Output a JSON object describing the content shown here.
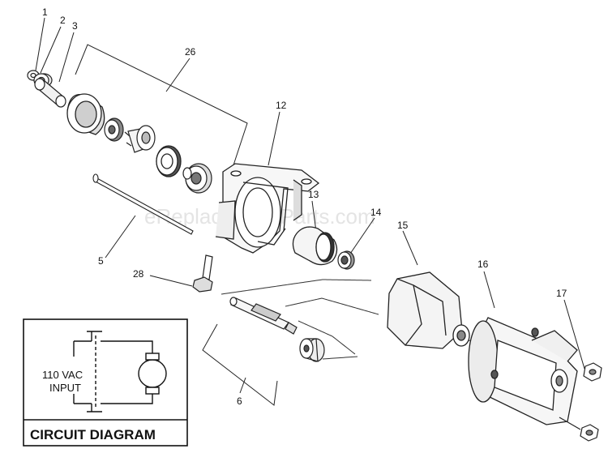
{
  "watermark": "eReplacementParts.com",
  "circuit": {
    "title": "CIRCUIT DIAGRAM",
    "voltage": "110 VAC",
    "input": "INPUT"
  },
  "callouts": [
    {
      "id": "1",
      "label": "1"
    },
    {
      "id": "2",
      "label": "2"
    },
    {
      "id": "3",
      "label": "3"
    },
    {
      "id": "26",
      "label": "26"
    },
    {
      "id": "12",
      "label": "12"
    },
    {
      "id": "13",
      "label": "13"
    },
    {
      "id": "14",
      "label": "14"
    },
    {
      "id": "15",
      "label": "15"
    },
    {
      "id": "16",
      "label": "16"
    },
    {
      "id": "17",
      "label": "17"
    },
    {
      "id": "5",
      "label": "5"
    },
    {
      "id": "28",
      "label": "28"
    },
    {
      "id": "6",
      "label": "6"
    }
  ]
}
